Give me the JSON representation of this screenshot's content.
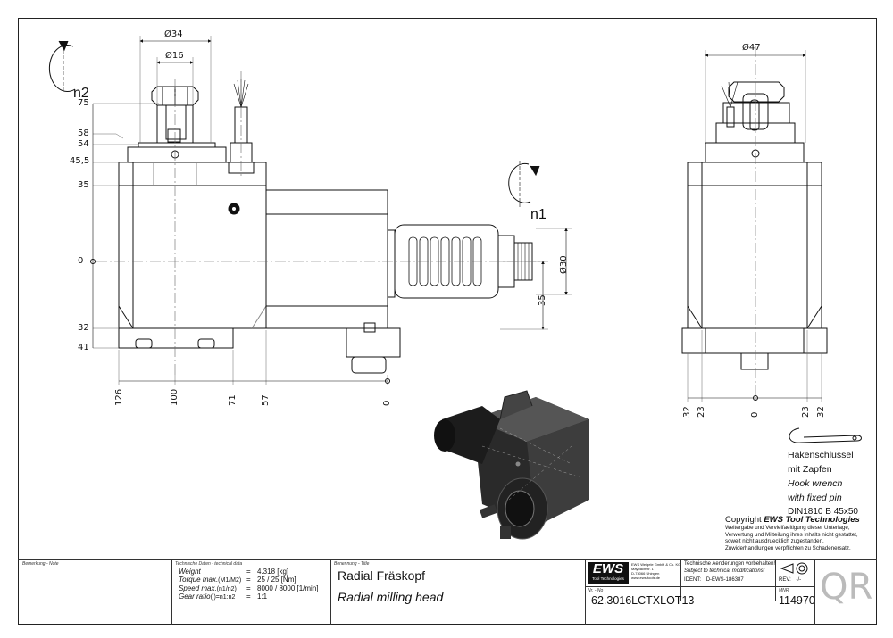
{
  "dimensions": {
    "top_d34": "Ø34",
    "top_d16": "Ø16",
    "right_d47": "Ø47",
    "d30": "Ø30",
    "v35": "35",
    "left_levels": [
      "75",
      "58",
      "54",
      "45,5",
      "35",
      "0",
      "32",
      "41"
    ],
    "bottom_left": [
      "126",
      "100",
      "71",
      "57",
      "0"
    ],
    "bottom_right": [
      "32",
      "23",
      "0",
      "23",
      "32"
    ]
  },
  "rotation_labels": {
    "n2": "n2",
    "n1": "n1"
  },
  "wrench": {
    "line1_de": "Hakenschlüssel",
    "line2_de": "mit Zapfen",
    "line1_en": "Hook wrench",
    "line2_en": "with fixed pin",
    "norm": "DIN1810  B  45x50"
  },
  "copyright": {
    "title_prefix": "Copyright ",
    "title_brand": "EWS Tool Technologies",
    "text": "Weitergabe und Vervielfaeltigung dieser Unterlage, Verwertung und Mitteilung ihres Inhalts nicht gestattet, soweit nicht ausdruecklich zugestanden. Zuwiderhandlungen verpflichten zu Schadenersatz."
  },
  "titleblock": {
    "remark_label": "Bemerkung - Note",
    "tech_label": "Technische Daten - technical data",
    "tech_rows": [
      {
        "label": "Weight",
        "sym": "",
        "eq": "=",
        "val": "4.318 [kg]"
      },
      {
        "label": "Torque max.",
        "sym": "(M1/M2)",
        "eq": "=",
        "val": "25 / 25 [Nm]"
      },
      {
        "label": "Speed max.",
        "sym": "(n1/n2)",
        "eq": "=",
        "val": "8000 / 8000 [1/min]"
      },
      {
        "label": "Gear ratio",
        "sym": "(i)=n1:n2",
        "eq": "=",
        "val": "1:1"
      }
    ],
    "title_label": "Benennung - Title",
    "title_de": "Radial Fräskopf",
    "title_en": "Radial milling head",
    "logo": "EWS",
    "logo_sub": "Tool Technologies",
    "company": "EWS Weigele GmbH & Co. KG",
    "address1": "Maybachstr. 1",
    "address2": "D-73066 Uhingen",
    "web": "www.ews-tools.de",
    "changes_de": "Technische Aenderungen vorbehalten!",
    "changes_en": "Subject to technical modifications!",
    "ident_label": "IDENT:",
    "ident_value": "D-EWS-186387",
    "rev_label": "REV:",
    "rev_value": "-/-",
    "nr_label": "Nr. - No",
    "part_no": "62.3016LCTXLOT13",
    "mnr_label": "MNR",
    "mnr_value": "114970",
    "qr": "QR"
  }
}
